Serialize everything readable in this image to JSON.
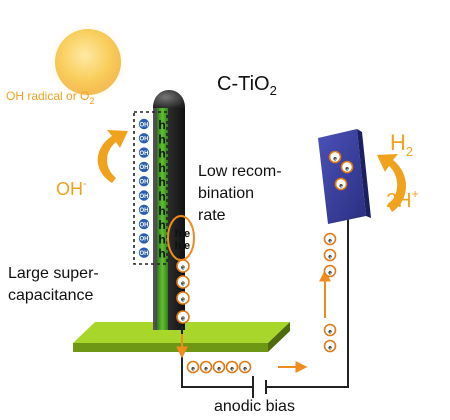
{
  "title_formula": {
    "main": "C-TiO",
    "sub": "2"
  },
  "left_products": {
    "radical_main": "OH radical or O",
    "radical_sub": "2",
    "hydroxide": "OH",
    "hydroxide_sup": "-"
  },
  "right_products": {
    "h2_main": "H",
    "h2_sub": "2",
    "protons_main": "2H",
    "protons_sup": "+"
  },
  "annotations": {
    "low_recombination": [
      "Low recom-",
      "bination",
      "rate"
    ],
    "supercapacitance": [
      "Large super-",
      "capacitance"
    ],
    "bias": "anodic bias"
  },
  "carriers": {
    "hole": "h",
    "electron": "e",
    "hydroxyl_badge": "OH"
  },
  "colors": {
    "sun": "#f7c54d",
    "rod_green": "#4ca82a",
    "rod_dark": "#333333",
    "base_green": "#95c51e",
    "cathode": "#3a3f9e",
    "accent_orange": "#f08b1e",
    "product_orange": "#f1a21d",
    "badge_blue": "#2a5fb0"
  }
}
